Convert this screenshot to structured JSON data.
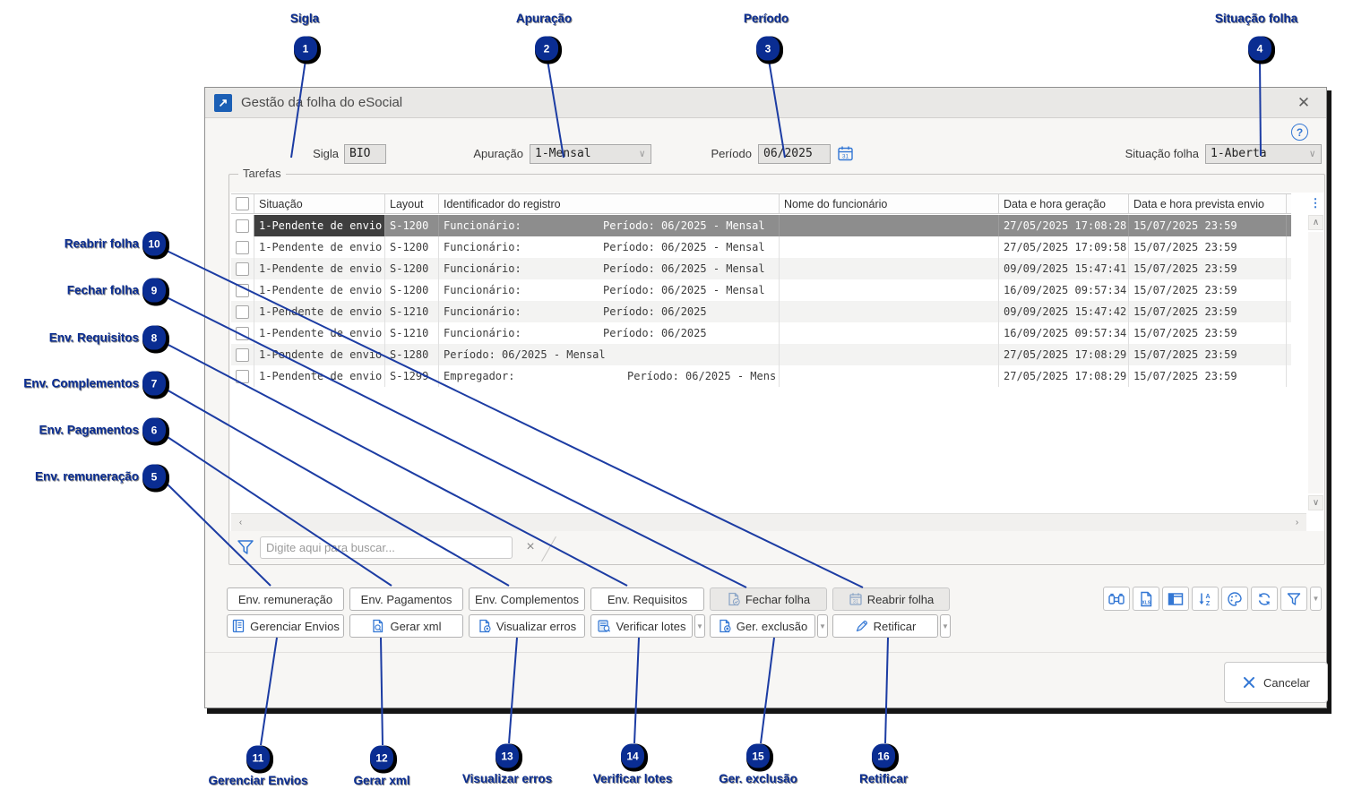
{
  "window": {
    "title": "Gestão da folha do eSocial",
    "fields": {
      "sigla": {
        "label": "Sigla",
        "value": "BIO"
      },
      "apuracao": {
        "label": "Apuração",
        "value": "1-Mensal"
      },
      "periodo": {
        "label": "Período",
        "value": "06/2025"
      },
      "situacao": {
        "label": "Situação folha",
        "value": "1-Aberta"
      }
    },
    "tarefas": {
      "legend": "Tarefas",
      "columns": [
        "Situação",
        "Layout",
        "Identificador do registro",
        "Nome do funcionário",
        "Data e hora geração",
        "Data e hora prevista envio"
      ],
      "rows": [
        {
          "situacao": "1-Pendente de envio",
          "layout": "S-1200",
          "id_left": "Funcionário:",
          "id_right": "Período: 06/2025 - Mensal",
          "nome": "",
          "geracao": "27/05/2025 17:08:28",
          "previsto": "15/07/2025 23:59",
          "selected": true
        },
        {
          "situacao": "1-Pendente de envio",
          "layout": "S-1200",
          "id_left": "Funcionário:",
          "id_right": "Período: 06/2025 - Mensal",
          "nome": "",
          "geracao": "27/05/2025 17:09:58",
          "previsto": "15/07/2025 23:59",
          "selected": false
        },
        {
          "situacao": "1-Pendente de envio",
          "layout": "S-1200",
          "id_left": "Funcionário:",
          "id_right": "Período: 06/2025 - Mensal",
          "nome": "",
          "geracao": "09/09/2025 15:47:41",
          "previsto": "15/07/2025 23:59",
          "selected": false
        },
        {
          "situacao": "1-Pendente de envio",
          "layout": "S-1200",
          "id_left": "Funcionário:",
          "id_right": "Período: 06/2025 - Mensal",
          "nome": "",
          "geracao": "16/09/2025 09:57:34",
          "previsto": "15/07/2025 23:59",
          "selected": false
        },
        {
          "situacao": "1-Pendente de envio",
          "layout": "S-1210",
          "id_left": "Funcionário:",
          "id_right": "Período: 06/2025",
          "nome": "",
          "geracao": "09/09/2025 15:47:42",
          "previsto": "15/07/2025 23:59",
          "selected": false
        },
        {
          "situacao": "1-Pendente de envio",
          "layout": "S-1210",
          "id_left": "Funcionário:",
          "id_right": "Período: 06/2025",
          "nome": "",
          "geracao": "16/09/2025 09:57:34",
          "previsto": "15/07/2025 23:59",
          "selected": false
        },
        {
          "situacao": "1-Pendente de envio",
          "layout": "S-1280",
          "id_left": "Período: 06/2025 - Mensal",
          "id_right": "",
          "nome": "",
          "geracao": "27/05/2025 17:08:29",
          "previsto": "15/07/2025 23:59",
          "selected": false
        },
        {
          "situacao": "1-Pendente de envio",
          "layout": "S-1299",
          "id_left": "Empregador:",
          "id_right": "Período: 06/2025 - Mens.",
          "nome": "",
          "geracao": "27/05/2025 17:08:29",
          "previsto": "15/07/2025 23:59",
          "selected": false
        }
      ]
    },
    "filter": {
      "placeholder": "Digite aqui para buscar..."
    },
    "actions": {
      "row1": [
        "Env. remuneração",
        "Env. Pagamentos",
        "Env. Complementos",
        "Env. Requisitos",
        "Fechar folha",
        "Reabrir folha"
      ],
      "row2": [
        "Gerenciar Envios",
        "Gerar xml",
        "Visualizar erros",
        "Verificar lotes",
        "Ger. exclusão",
        "Retificar"
      ]
    },
    "toolbar_icons": [
      "search-binoculars",
      "export-xls",
      "grid-layout",
      "sort-az",
      "palette",
      "refresh",
      "filter"
    ],
    "cancel_label": "Cancelar"
  },
  "icon_text": {
    "calendar_day": "31",
    "xls": "XLS",
    "sort_a": "A",
    "sort_z": "Z"
  },
  "annotations": {
    "top": [
      {
        "num": "1",
        "label": "Sigla"
      },
      {
        "num": "2",
        "label": "Apuração"
      },
      {
        "num": "3",
        "label": "Período"
      },
      {
        "num": "4",
        "label": "Situação folha"
      }
    ],
    "left": [
      {
        "num": "10",
        "label": "Reabrir folha"
      },
      {
        "num": "9",
        "label": "Fechar folha"
      },
      {
        "num": "8",
        "label": "Env. Requisitos"
      },
      {
        "num": "7",
        "label": "Env. Complementos"
      },
      {
        "num": "6",
        "label": "Env. Pagamentos"
      },
      {
        "num": "5",
        "label": "Env. remuneração"
      }
    ],
    "bottom": [
      {
        "num": "11",
        "label": "Gerenciar Envios"
      },
      {
        "num": "12",
        "label": "Gerar xml"
      },
      {
        "num": "13",
        "label": "Visualizar erros"
      },
      {
        "num": "14",
        "label": "Verificar lotes"
      },
      {
        "num": "15",
        "label": "Ger. exclusão"
      },
      {
        "num": "16",
        "label": "Retificar"
      }
    ]
  },
  "colors": {
    "annotation_navy": "#0a2d92",
    "line_navy": "#1c3ca3",
    "accent_blue": "#3377d4",
    "selected_row": "#8d8d8d",
    "selected_cell": "#3e3e3e"
  }
}
